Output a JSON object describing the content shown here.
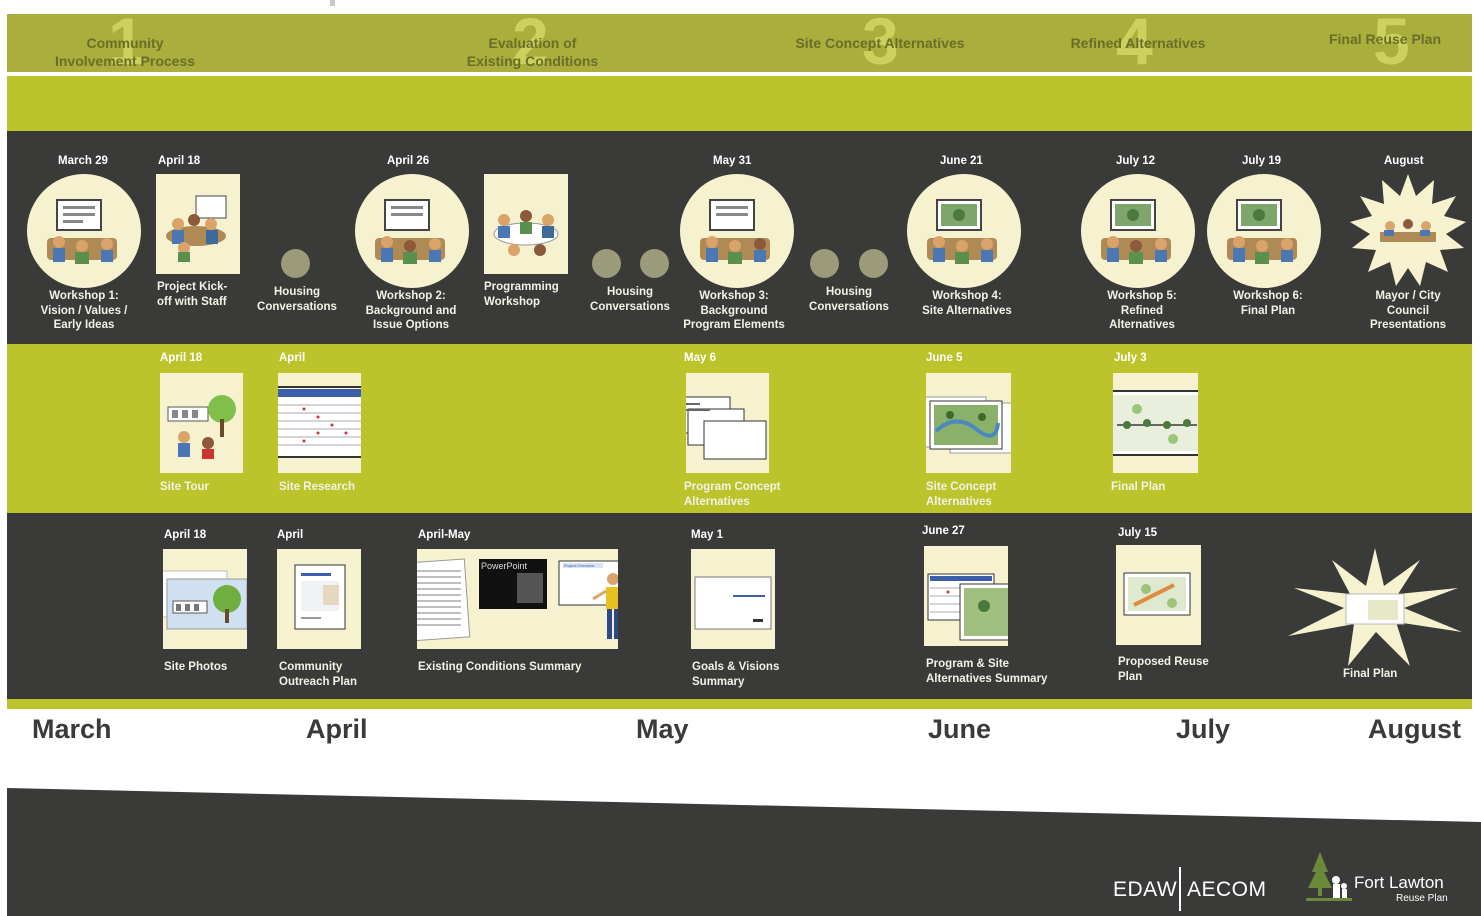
{
  "phases": [
    {
      "number": "1",
      "title": "Community\nInvolvement Process"
    },
    {
      "number": "2",
      "title": "Evaluation of\nExisting Conditions"
    },
    {
      "number": "3",
      "title": "Site Concept Alternatives"
    },
    {
      "number": "4",
      "title": "Refined Alternatives"
    },
    {
      "number": "5",
      "title": "Final Reuse Plan"
    }
  ],
  "workshops": [
    {
      "date": "March 29",
      "label": "Workshop 1:\nVision / Values /\nEarly Ideas"
    },
    {
      "date": "April 18",
      "label": "Project Kick-\noff with Staff"
    },
    {
      "date": "",
      "label": "Housing\nConversations"
    },
    {
      "date": "April 26",
      "label": "Workshop 2:\nBackground and\nIssue Options"
    },
    {
      "date": "",
      "label": "Programming\nWorkshop"
    },
    {
      "date": "",
      "label": "Housing\nConversations"
    },
    {
      "date": "May 31",
      "label": "Workshop 3:\nBackground\nProgram Elements"
    },
    {
      "date": "",
      "label": "Housing\nConversations"
    },
    {
      "date": "June 21",
      "label": "Workshop 4:\nSite Alternatives"
    },
    {
      "date": "July 12",
      "label": "Workshop 5:\nRefined\nAlternatives"
    },
    {
      "date": "July 19",
      "label": "Workshop 6:\nFinal Plan"
    },
    {
      "date": "August",
      "label": "Mayor / City\nCouncil\nPresentations"
    }
  ],
  "studies": [
    {
      "date": "April 18",
      "label": "Site Tour"
    },
    {
      "date": "April",
      "label": "Site Research"
    },
    {
      "date": "May 6",
      "label": "Program Concept\nAlternatives"
    },
    {
      "date": "June 5",
      "label": "Site Concept\nAlternatives"
    },
    {
      "date": "July 3",
      "label": "Final Plan"
    }
  ],
  "documents": [
    {
      "date": "April 18",
      "label": "Site Photos"
    },
    {
      "date": "April",
      "label": "Community\nOutreach Plan"
    },
    {
      "date": "April-May",
      "label": "Existing Conditions Summary"
    },
    {
      "date": "May 1",
      "label": "Goals & Visions\nSummary"
    },
    {
      "date": "June 27",
      "label": "Program & Site\nAlternatives Summary"
    },
    {
      "date": "July 15",
      "label": "Proposed Reuse\nPlan"
    },
    {
      "date": "",
      "label": "Final Plan"
    }
  ],
  "months": [
    "March",
    "April",
    "May",
    "June",
    "July",
    "August"
  ],
  "slide_texts": {
    "powerpoint": "PowerPoint",
    "project_overview": "Project Overview"
  },
  "footer": {
    "firm1": "EDAW",
    "firm2": "AECOM",
    "logo_title": "Fort Lawton",
    "logo_sub": "Reuse Plan"
  },
  "colors": {
    "olive": "#a9ae3d",
    "lime": "#bcc42c",
    "dark": "#3a3a38",
    "cream": "#f6f2cf",
    "dot": "#9b9b7b"
  }
}
